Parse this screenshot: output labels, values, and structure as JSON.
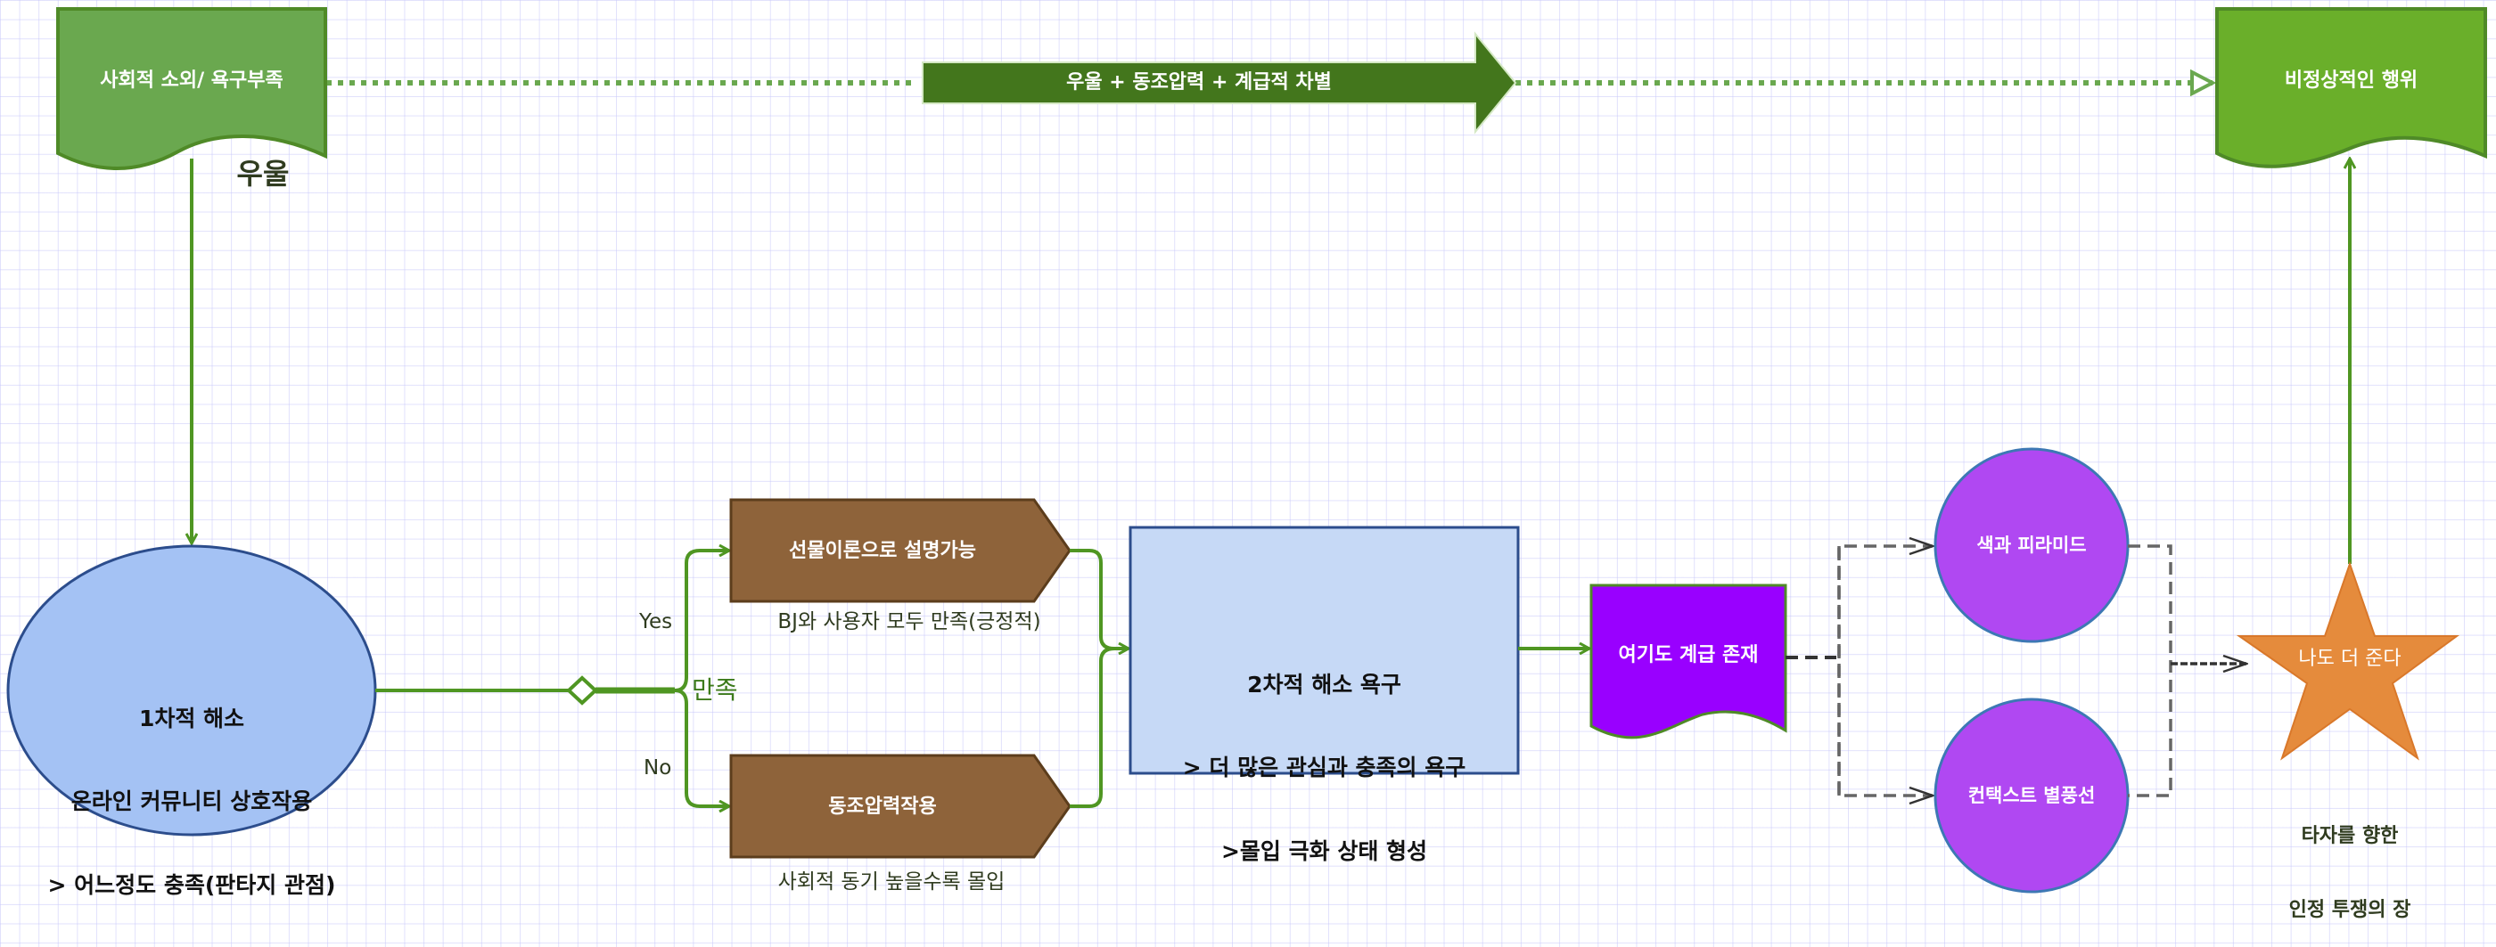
{
  "colors": {
    "start_fill": "#6aa84f",
    "start_stroke": "#4f8a27",
    "end_fill": "#6aaf2a",
    "arrow_fill": "#43761c",
    "connector_green": "#4f9622",
    "ellipse_fill": "#a4c2f4",
    "ellipse_stroke": "#2c4d8c",
    "brown_fill": "#8e633a",
    "brown_stroke": "#5c3d1c",
    "rect_fill": "#c6d9f6",
    "rect_stroke": "#2c4d8c",
    "purple_doc_fill": "#9900ff",
    "purple_circle_fill": "#b048f2",
    "circle_stroke": "#3d78b4",
    "star_fill": "#e58b3c",
    "dashed_gray": "#555555"
  },
  "nodes": {
    "start": {
      "label": "사회적 소외/ 욕구부족"
    },
    "depression_label": "우울",
    "big_arrow": {
      "label": "우울 + 동조압력 + 계급적 차별"
    },
    "end": {
      "label": "비정상적인 행위"
    },
    "first_resolution": {
      "lines": [
        "1차적 해소",
        "온라인 커뮤니티 상호작용",
        "> 어느정도 충족(판타지 관점)"
      ]
    },
    "decision": {
      "label": "만족",
      "yes": "Yes",
      "no": "No"
    },
    "gift_theory": {
      "label": "선물이론으로 설명가능",
      "caption": "BJ와 사용자 모두 만족(긍정적)"
    },
    "peer_pressure": {
      "label": "동조압력작용",
      "caption": "사회적 동기 높을수록 몰입"
    },
    "second_resolution": {
      "lines": [
        "2차적 해소 욕구",
        "> 더 많은 관심과 충족의 욕구",
        ">몰입 극화 상태 형성"
      ]
    },
    "hierarchy": {
      "label": "여기도 계급 존재"
    },
    "color_pyramid": {
      "label": "색과 피라미드"
    },
    "context_balloon": {
      "label": "컨택스트 별풍선"
    },
    "give_too": {
      "label": "나도 더 준다",
      "caption_lines": [
        "타자를 향한",
        "인정 투쟁의 장"
      ]
    }
  }
}
